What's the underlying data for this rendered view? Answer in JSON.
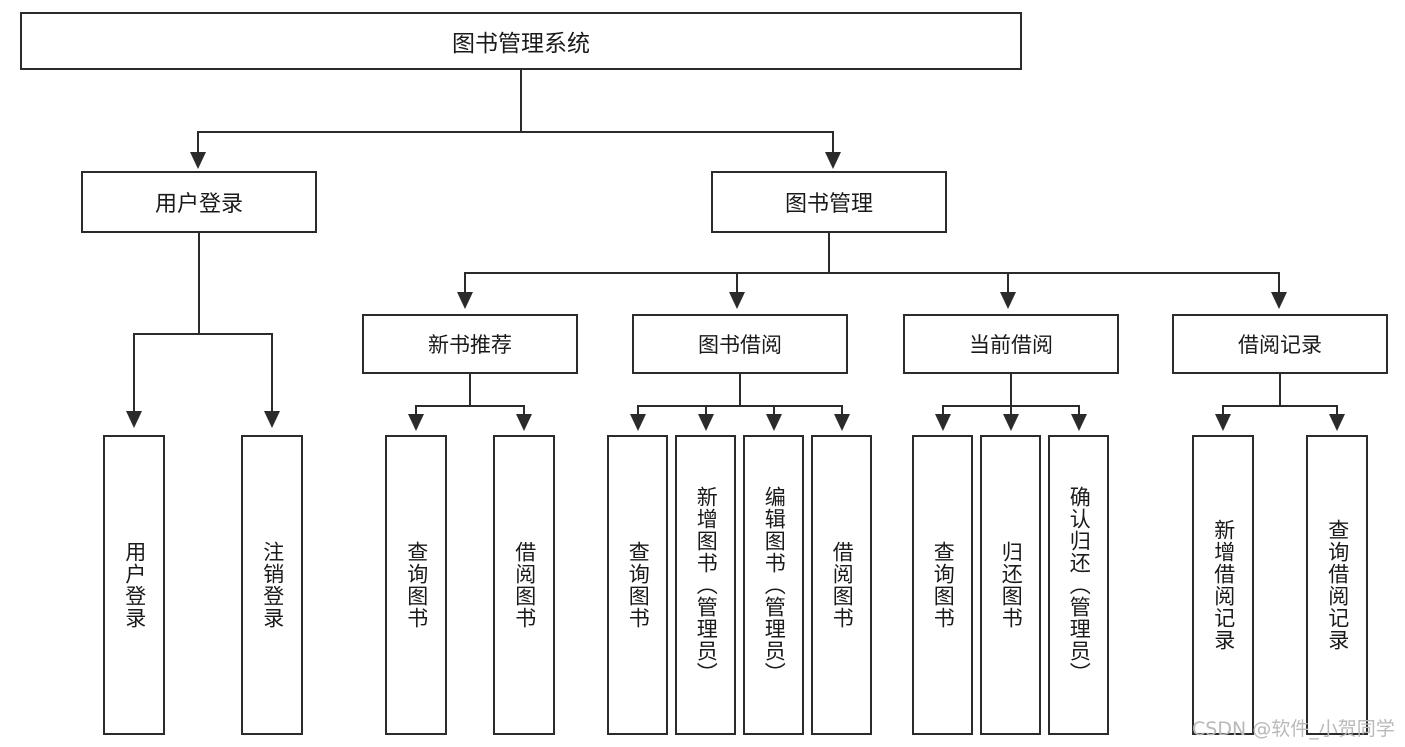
{
  "diagram": {
    "type": "tree",
    "title": "图书管理系统",
    "root": {
      "label": "图书管理系统"
    },
    "level1": [
      {
        "label": "用户登录"
      },
      {
        "label": "图书管理"
      }
    ],
    "level2": [
      {
        "label": "新书推荐"
      },
      {
        "label": "图书借阅"
      },
      {
        "label": "当前借阅"
      },
      {
        "label": "借阅记录"
      }
    ],
    "leaves": {
      "user_login": [
        {
          "label": "用户登录"
        },
        {
          "label": "注销登录"
        }
      ],
      "new_book_recommend": [
        {
          "label": "查询图书"
        },
        {
          "label": "借阅图书"
        }
      ],
      "book_borrow": [
        {
          "label": "查询图书"
        },
        {
          "label": "新增图书（管理员）"
        },
        {
          "label": "编辑图书（管理员）"
        },
        {
          "label": "借阅图书"
        }
      ],
      "current_borrow": [
        {
          "label": "查询图书"
        },
        {
          "label": "归还图书"
        },
        {
          "label": "确认归还（管理员）"
        }
      ],
      "borrow_record": [
        {
          "label": "新增借阅记录"
        },
        {
          "label": "查询借阅记录"
        }
      ]
    }
  },
  "watermark": {
    "text": "CSDN @软件_小贺同学"
  },
  "colors": {
    "stroke": "#2b2b2b",
    "background": "#ffffff",
    "text": "#1a1a1a",
    "watermark": "#b9b9b9"
  }
}
